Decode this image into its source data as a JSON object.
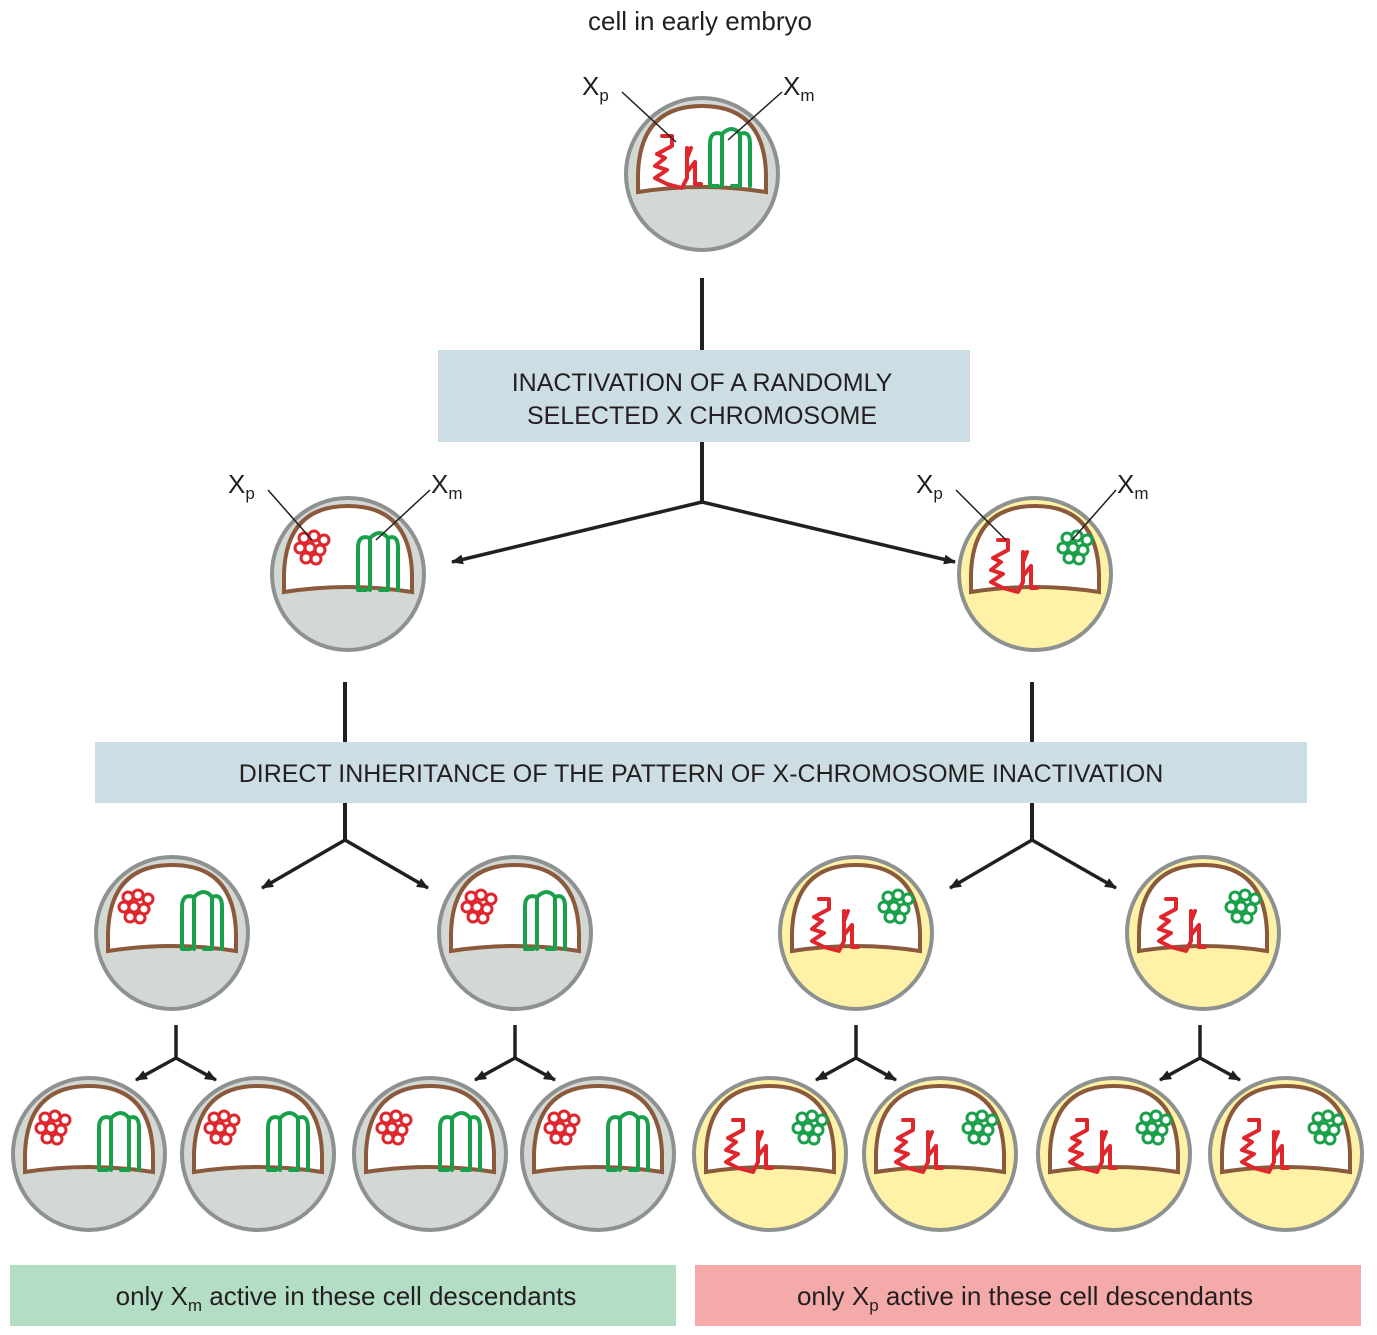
{
  "title": "cell in early embryo",
  "labels": {
    "xp_main": "X",
    "xp_sub": "p",
    "xm_main": "X",
    "xm_sub": "m"
  },
  "step1": {
    "line1": "INACTIVATION OF A RANDOMLY",
    "line2": "SELECTED X CHROMOSOME"
  },
  "step2": {
    "line1": "DIRECT INHERITANCE OF THE PATTERN OF X-CHROMOSOME INACTIVATION"
  },
  "footer": {
    "left_pre": "only X",
    "left_sub": "m",
    "left_post": " active in these cell descendants",
    "right_pre": "only X",
    "right_sub": "p",
    "right_post": " active in these cell descendants"
  },
  "colors": {
    "box_blue": "#ccdde3",
    "footer_green": "#b3ddc4",
    "footer_pink": "#f4aaa8",
    "cell_gray": "#d3d8d5",
    "cell_yellow": "#fff2a6",
    "cell_border": "#8d918f",
    "nucleus_border": "#8b5a3c",
    "chromosome_red": "#e0262d",
    "chromosome_green": "#1aa04a"
  }
}
